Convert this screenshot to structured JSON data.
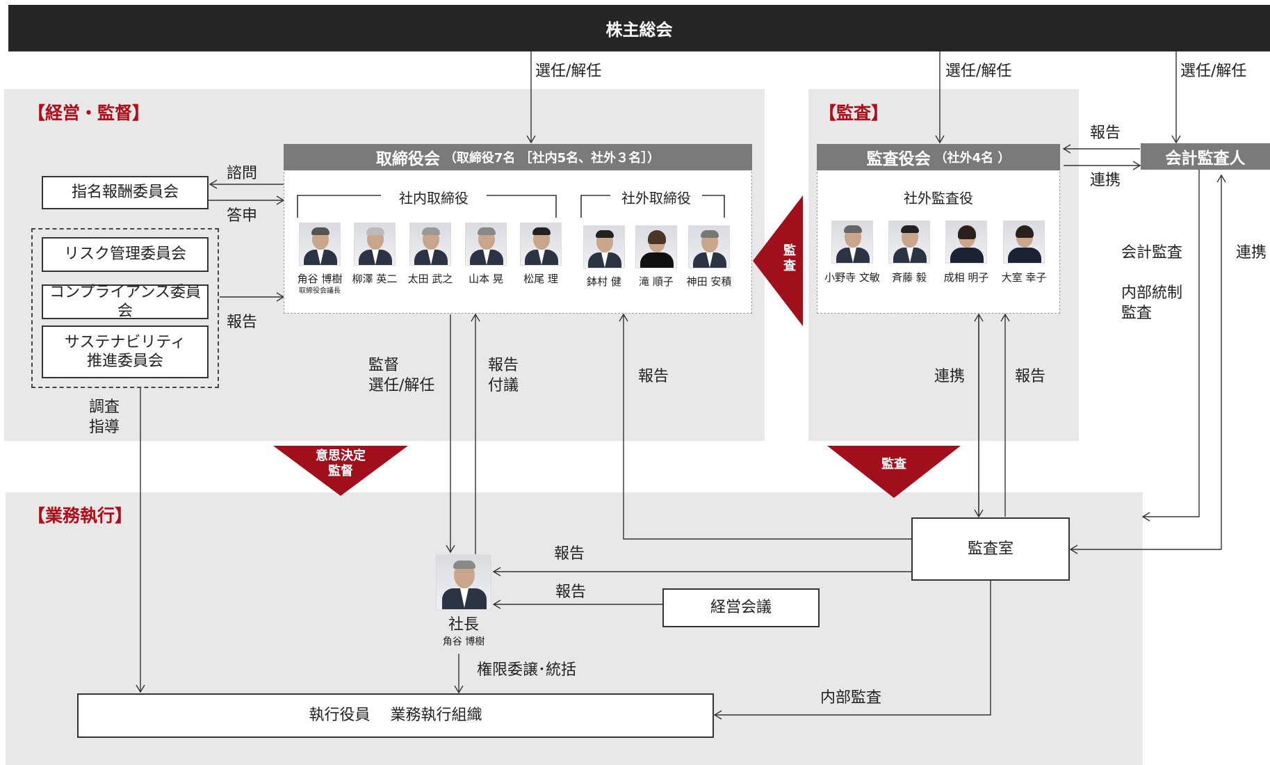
{
  "top_bar": {
    "title": "株主総会"
  },
  "sections": {
    "management": "【経営・監督】",
    "audit": "【監査】",
    "execution": "【業務執行】"
  },
  "board": {
    "title": "取締役会",
    "subtitle": "（取締役7名 ［社内5名、社外３名］）",
    "internal_label": "社内取締役",
    "external_label": "社外取締役",
    "internal_members": [
      {
        "name": "角谷 博樹",
        "role": "取締役会議長"
      },
      {
        "name": "柳澤 英二"
      },
      {
        "name": "太田 武之"
      },
      {
        "name": "山本 晃"
      },
      {
        "name": "松尾 理"
      }
    ],
    "external_members": [
      {
        "name": "鉢村 健"
      },
      {
        "name": "滝 順子"
      },
      {
        "name": "神田 安積"
      }
    ]
  },
  "audit_board": {
    "title": "監査役会",
    "subtitle": "（社外4名 ）",
    "group_label": "社外監査役",
    "members": [
      {
        "name": "小野寺 文敏"
      },
      {
        "name": "斉藤 毅"
      },
      {
        "name": "成相 明子"
      },
      {
        "name": "大室 幸子"
      }
    ]
  },
  "accounting_auditor": "会計監査人",
  "committees": {
    "nomination": "指名報酬委員会",
    "risk": "リスク管理委員会",
    "compliance": "コンプライアンス委員会",
    "sustainability": "サステナビリティ推進委員会"
  },
  "boxes": {
    "audit_office": "監査室",
    "management_meeting": "経営会議",
    "execution": "執行役員　 業務執行組織"
  },
  "president": {
    "title": "社長",
    "name": "角谷 博樹"
  },
  "triangles": {
    "decision": "意思決定\n監督",
    "audit_down": "監査",
    "audit_side": "監\n査"
  },
  "labels": {
    "elect1": "選任/解任",
    "elect2": "選任/解任",
    "elect3": "選任/解任",
    "consult": "諮問",
    "answer": "答申",
    "report_committees": "報告",
    "investigate": "調査\n指導",
    "supervise": "監督\n選任/解任",
    "report_submit": "報告\n付議",
    "report_office_board": "報告",
    "coop_office": "連携",
    "report_office_audit": "報告",
    "report_aa": "報告",
    "coop_aa": "連携",
    "acc_audit": "会計監査",
    "internal_control": "内部統制\n監査",
    "coop_right": "連携",
    "report_president1": "報告",
    "report_president2": "報告",
    "delegation": "権限委譲･統括",
    "internal_audit": "内部監査"
  }
}
